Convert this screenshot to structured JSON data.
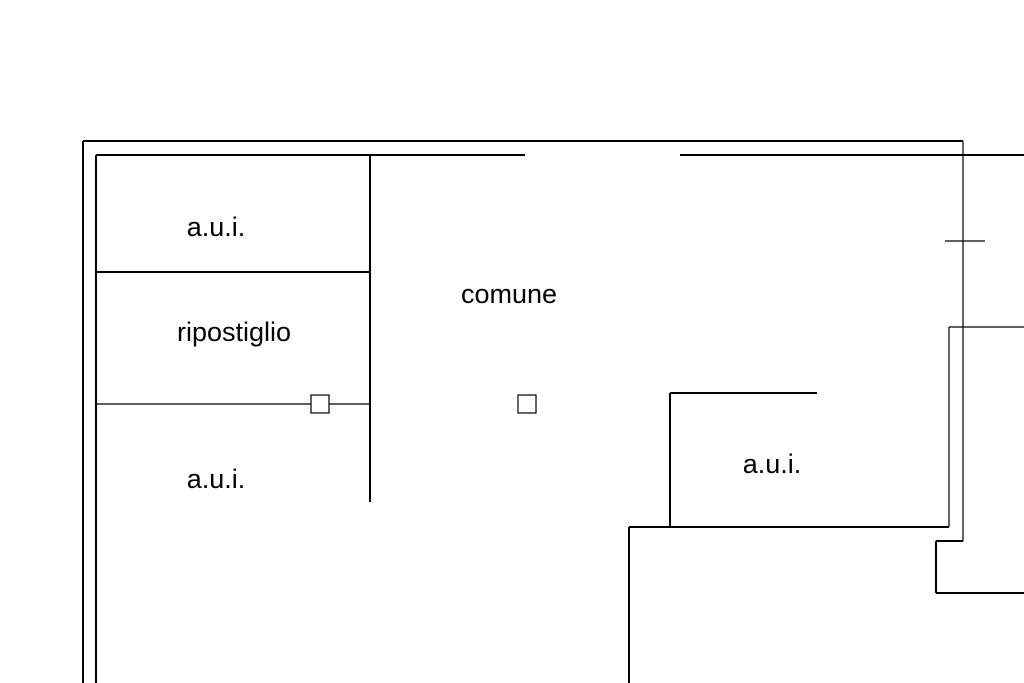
{
  "rooms": {
    "aui_top": "a.u.i.",
    "ripostiglio": "ripostiglio",
    "comune": "comune",
    "aui_bottom_left": "a.u.i.",
    "aui_right": "a.u.i."
  }
}
